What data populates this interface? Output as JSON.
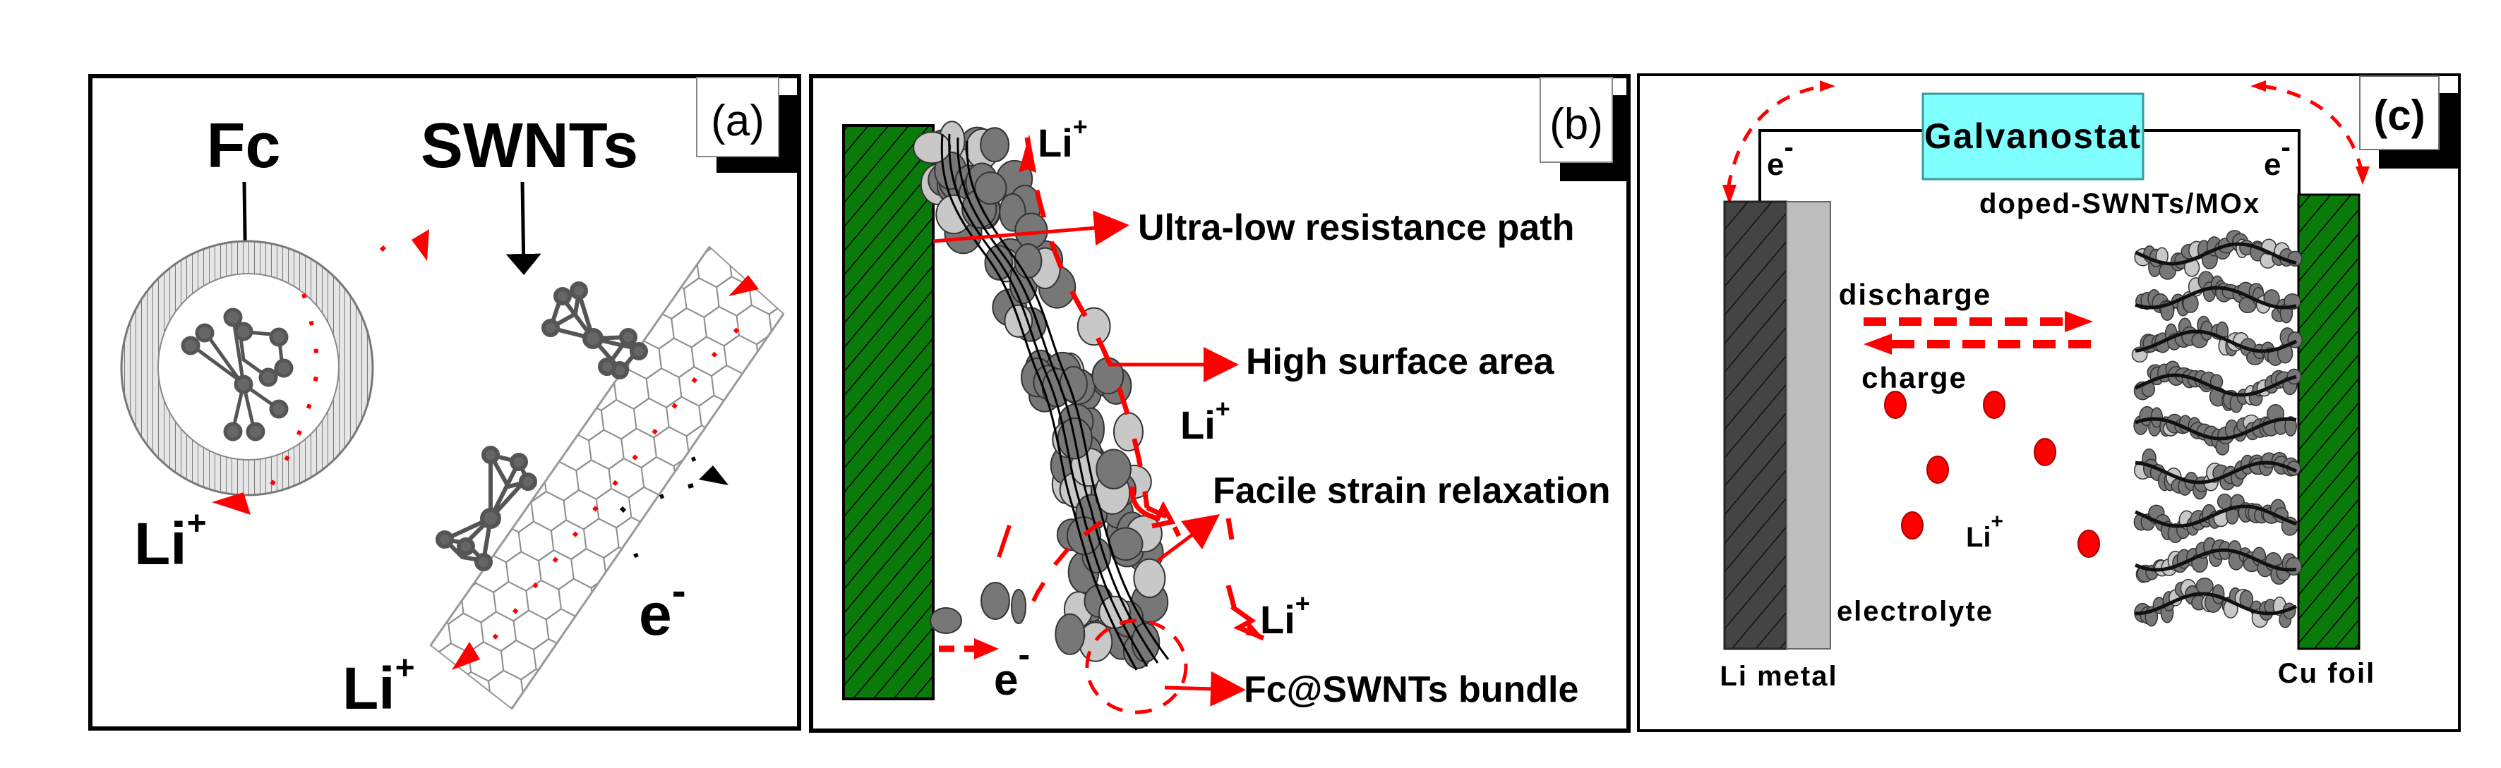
{
  "figure": {
    "colors": {
      "red": "#ff0000",
      "green_electrode": "#0a7a0a",
      "galvanostat_fill": "#80ffff",
      "galvanostat_border": "#3a9a9a",
      "li_metal_dark": "#444444",
      "li_metal_light": "#bdbdbd",
      "particle_dark": "#777777",
      "particle_light": "#c8c8c8"
    }
  },
  "panel_a": {
    "tag": "(a)",
    "fc_label": "Fc",
    "swnts_label": "SWNTs",
    "li_ion_left": {
      "base": "Li",
      "sup": "+"
    },
    "li_ion_bottom": {
      "base": "Li",
      "sup": "+"
    },
    "electron": {
      "base": "e",
      "sup": "-"
    }
  },
  "panel_b": {
    "tag": "(b)",
    "li_ion_top": {
      "base": "Li",
      "sup": "+"
    },
    "li_ion_mid": {
      "base": "Li",
      "sup": "+"
    },
    "li_ion_low": {
      "base": "Li",
      "sup": "+"
    },
    "electron": {
      "base": "e",
      "sup": "-"
    },
    "annotations": [
      "Ultra-low resistance path",
      "High surface area",
      "Facile strain relaxation",
      "Fc@SWNTs bundle"
    ]
  },
  "panel_c": {
    "tag": "(c)",
    "galvanostat": "Galvanostat",
    "electron_left": {
      "base": "e",
      "sup": "-"
    },
    "electron_right": {
      "base": "e",
      "sup": "-"
    },
    "cathode_material": "doped-SWNTs/MOx",
    "discharge": "discharge",
    "charge": "charge",
    "li_ion": {
      "base": "Li",
      "sup": "+"
    },
    "electrolyte": "electrolyte",
    "left_electrode": "Li metal",
    "right_electrode": "Cu foil"
  }
}
